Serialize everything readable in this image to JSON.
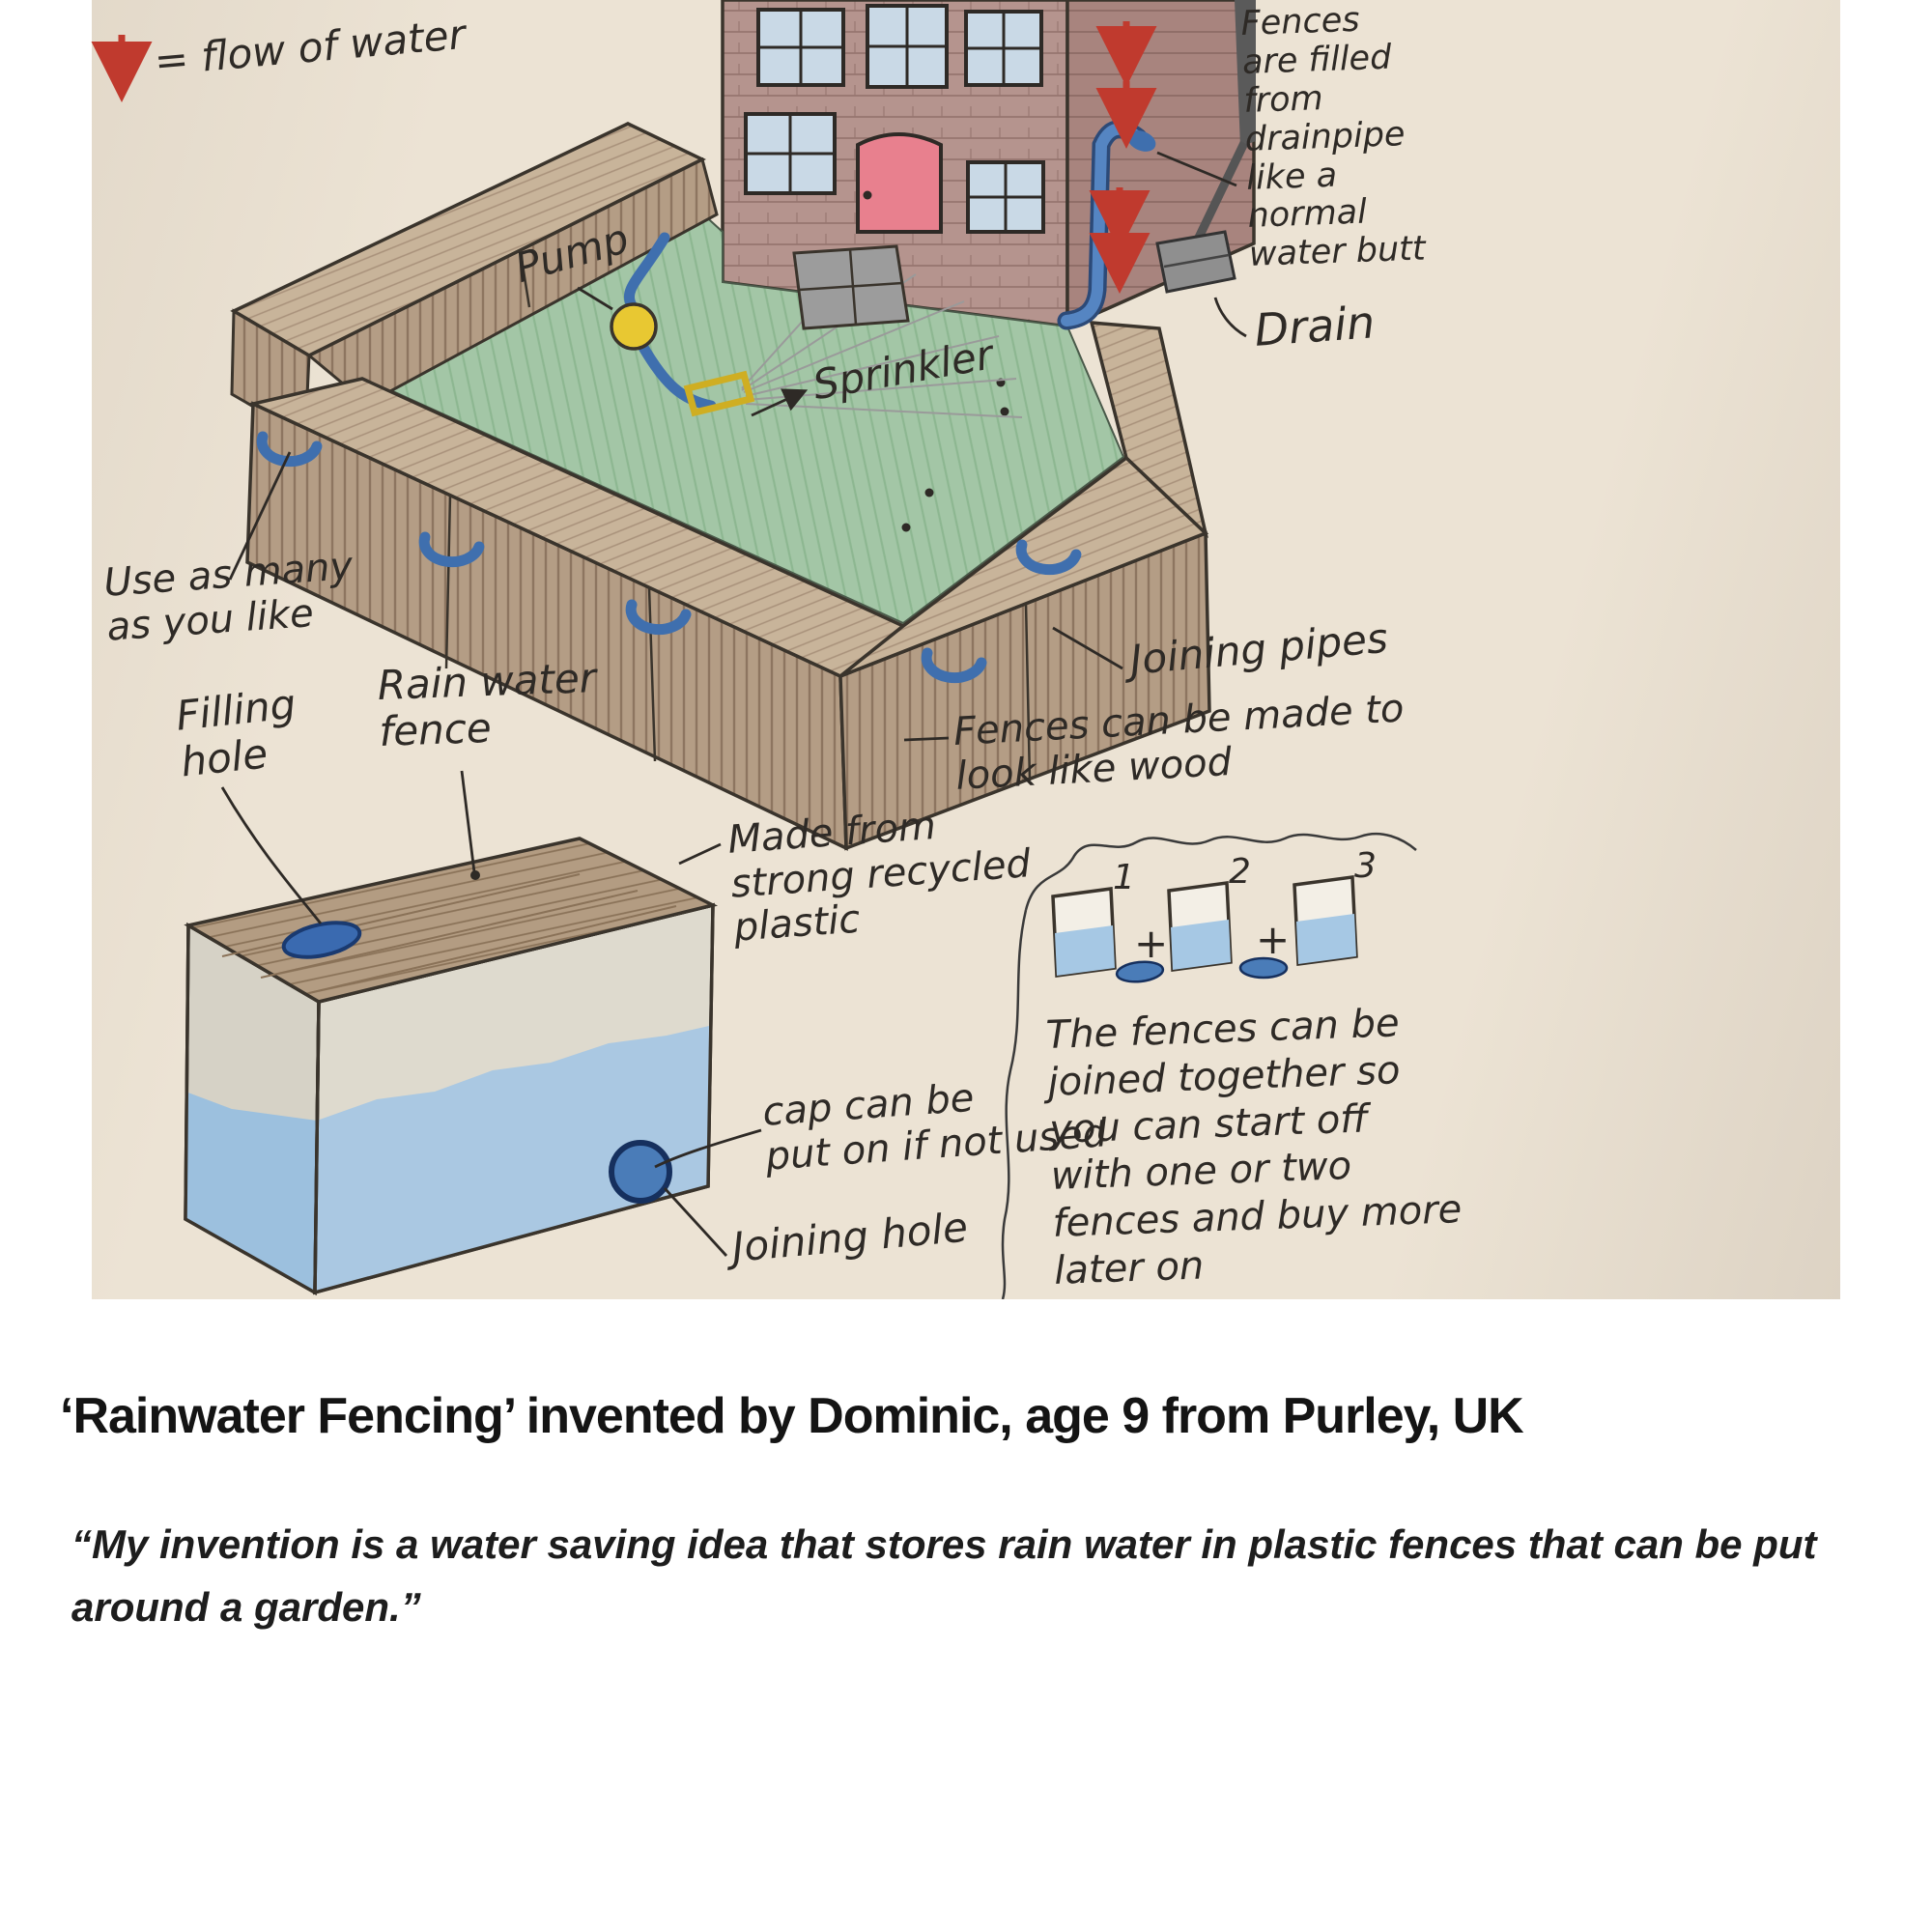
{
  "labels": {
    "flow_legend": "= flow of water",
    "fences_filled": "Fences\nare filled\nfrom\ndrainpipe\nlike a\nnormal\n water butt",
    "drain": "Drain",
    "pump": "Pump",
    "sprinkler": "Sprinkler",
    "use_as_many": "Use as many\nas you like",
    "filling_hole": "Filling\nhole",
    "rain_water_fence": "Rain water\nfence",
    "joining_pipes": "Joining pipes",
    "fences_wood": "Fences can be made to\nlook like wood",
    "made_from": "Made from\nstrong recycled\nplastic",
    "cap": "cap can be\nput on if not used",
    "joining_hole": "Joining hole",
    "joined_together": "The fences can be\njoined together so\nyou can start off\nwith one or two\nfences and buy more\nlater on"
  },
  "mini_diagram": {
    "numbers": [
      "1",
      "2",
      "3"
    ],
    "plus": "+"
  },
  "caption": {
    "title": "‘Rainwater Fencing’ invented by Dominic, age 9 from Purley, UK",
    "quote": "“My invention is a water saving idea that stores rain water in plastic fences that can be put around a garden.”"
  },
  "colors": {
    "paper": "#ece3d4",
    "ink": "#2e2a26",
    "red_arrow": "#c03a2e",
    "pipe_blue": "#4a7cb8",
    "water_light": "#aac8e2",
    "hole_blue": "#2f5fa8",
    "fence_tan": "#c8b49a",
    "fence_face": "#b49d85",
    "garden_green": "#a3c6a6",
    "brick": "#b5948e",
    "pump_yellow": "#e8c832"
  }
}
